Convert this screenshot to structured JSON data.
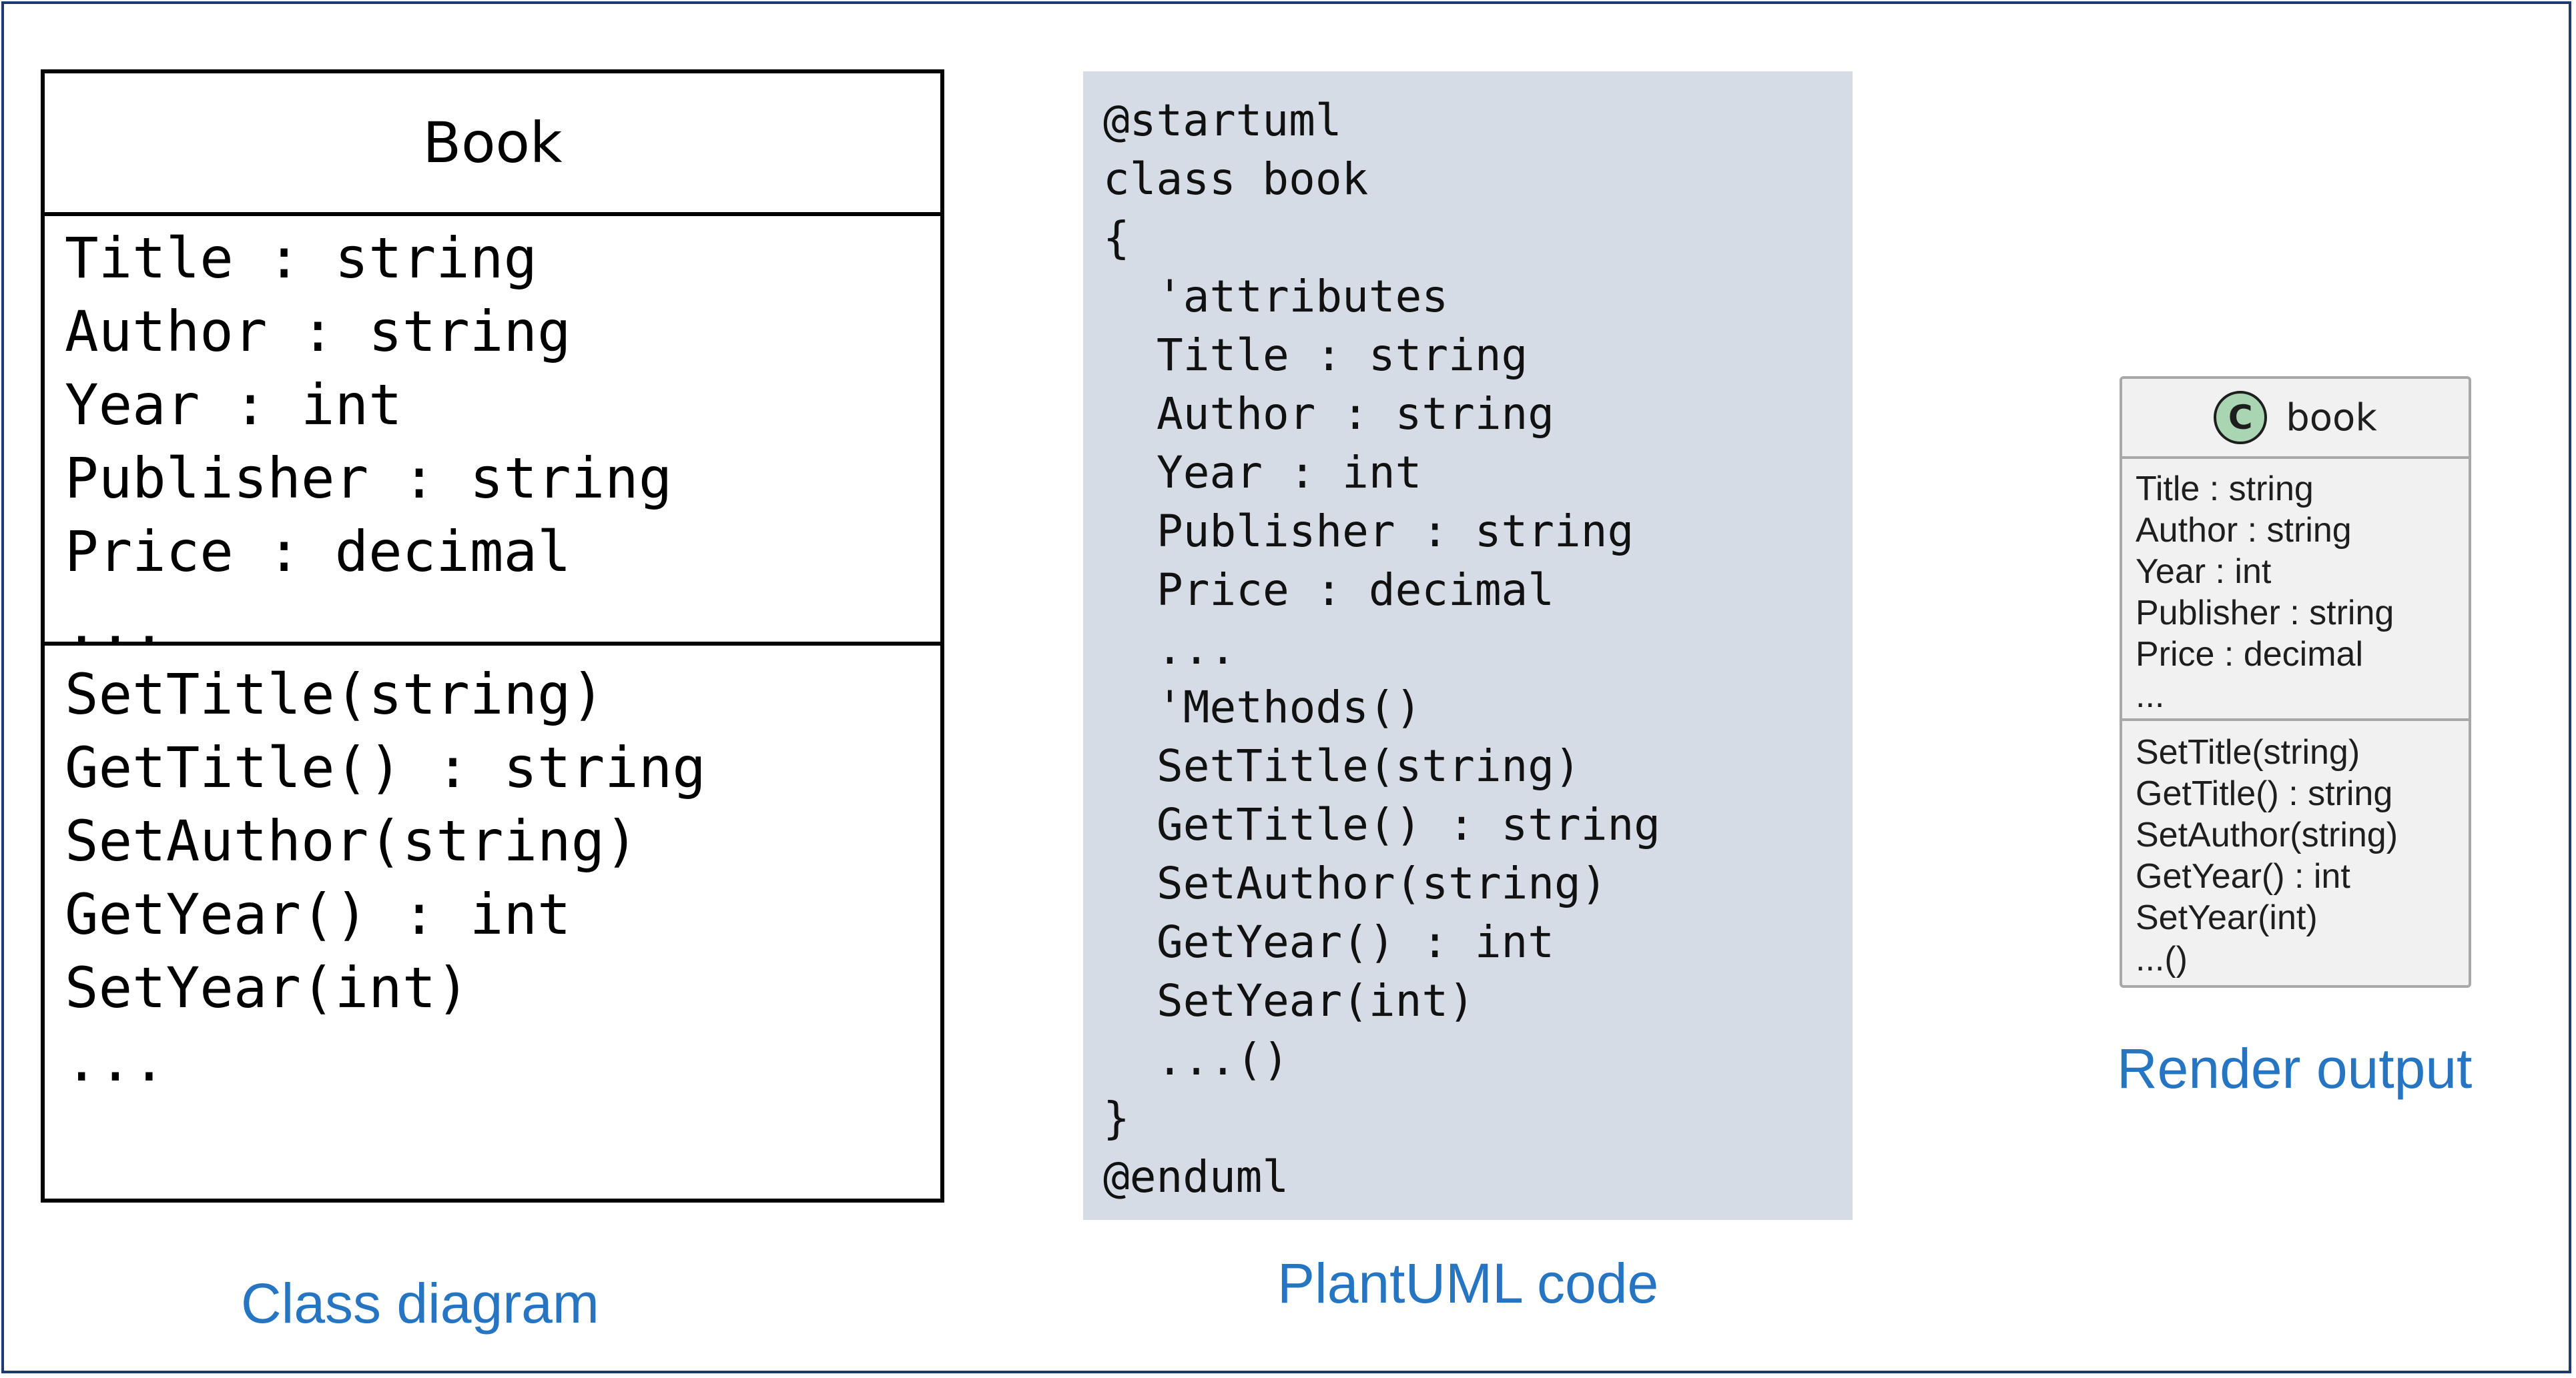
{
  "class_diagram": {
    "title": "Book",
    "attributes": [
      "Title : string",
      "Author : string",
      "Year : int",
      "Publisher : string",
      "Price : decimal",
      "..."
    ],
    "methods": [
      "SetTitle(string)",
      "GetTitle() : string",
      "SetAuthor(string)",
      "GetYear() : int",
      "SetYear(int)",
      "..."
    ],
    "caption": "Class diagram"
  },
  "plantuml_code": {
    "lines": [
      "@startuml",
      "class book",
      "{",
      "'attributes",
      "Title : string",
      "Author : string",
      "Year : int",
      "Publisher : string",
      "Price : decimal",
      "...",
      "'Methods()",
      "SetTitle(string)",
      "GetTitle() : string",
      "SetAuthor(string)",
      "GetYear() : int",
      "SetYear(int)",
      "...()",
      "}",
      "@enduml"
    ],
    "caption": "PlantUML code"
  },
  "render_output": {
    "icon_letter": "C",
    "title": "book",
    "attributes": [
      "Title : string",
      "Author : string",
      "Year : int",
      "Publisher : string",
      "Price : decimal",
      "..."
    ],
    "methods": [
      "SetTitle(string)",
      "GetTitle() : string",
      "SetAuthor(string)",
      "GetYear() : int",
      "SetYear(int)",
      "...()"
    ],
    "caption": "Render output"
  },
  "colors": {
    "frame_border": "#1f3a70",
    "code_background": "#d6dce5",
    "caption": "#2575c2",
    "class_icon_fill": "#a9d5b2",
    "render_box_fill": "#f1f1f1"
  }
}
